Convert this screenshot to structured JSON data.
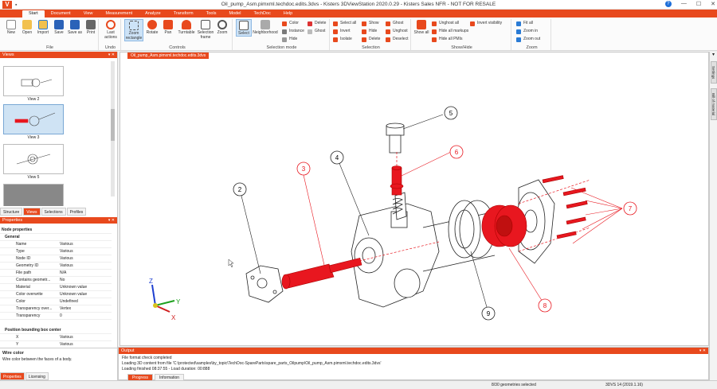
{
  "window": {
    "title": "Oil_pump_Asm.pimxml.techdoc.edits.3dvs - Kisters 3DViewStation 2020.0.29 - Kisters Sales NFR - NOT FOR RESALE",
    "logo_text": "V",
    "min": "—",
    "max": "☐",
    "close": "✕",
    "help": "?"
  },
  "tabs": [
    "Start",
    "Document",
    "View",
    "Measurement",
    "Analyze",
    "Transform",
    "Tools",
    "Model",
    "TechDoc",
    "Help"
  ],
  "ribbon": {
    "file": {
      "label": "File",
      "new": "New",
      "open": "Open",
      "import": "Import",
      "save": "Save",
      "save_as": "Save as",
      "print": "Print"
    },
    "undo": {
      "label": "Undo",
      "last_actions": "Last actions"
    },
    "controls": {
      "label": "Controls",
      "zoom_rect": "Zoom rectangle",
      "rotate": "Rotate",
      "pan": "Pan",
      "turntable": "Turntable",
      "selection_frame": "Selection frame",
      "zoom": "Zoom"
    },
    "selection_mode": {
      "label": "Selection mode",
      "select": "Select",
      "neighborhood": "Neighborhood",
      "color": "Color",
      "instance": "Instance",
      "hide": "Hide",
      "delete": "Delete",
      "ghost": "Ghost"
    },
    "selection": {
      "label": "Selection",
      "select_all": "Select all",
      "invert": "Invert",
      "isolate": "Isolate",
      "show": "Show",
      "hide": "Hide",
      "delete": "Delete",
      "ghost": "Ghost",
      "unghost": "Unghost",
      "deselect": "Deselect"
    },
    "showhide": {
      "label": "Show/Hide",
      "show_all": "Show all",
      "unghost_all": "Unghost all",
      "hide_all_markups": "Hide all markups",
      "hide_all_pmis": "Hide all PMIs",
      "invert_visibility": "Invert visibility"
    },
    "zoom": {
      "label": "Zoom",
      "fit_all": "Fit all",
      "zoom_in": "Zoom in",
      "zoom_out": "Zoom out"
    }
  },
  "views_panel": {
    "title": "Views",
    "items": [
      "View 2",
      "View 3",
      "View 5"
    ],
    "tabs": [
      "Structure",
      "Views",
      "Selections",
      "Profiles"
    ]
  },
  "properties_panel": {
    "title": "Properties",
    "sections": {
      "node": "Node properties",
      "general": "General",
      "bbox": "Position bounding box center"
    },
    "rows": [
      {
        "k": "Name",
        "v": "Various"
      },
      {
        "k": "Type",
        "v": "Various"
      },
      {
        "k": "Node ID",
        "v": "Various"
      },
      {
        "k": "Geometry ID",
        "v": "Various"
      },
      {
        "k": "File path",
        "v": "N/A"
      },
      {
        "k": "Contains geometr...",
        "v": "No"
      },
      {
        "k": "Material",
        "v": "Unknown value"
      },
      {
        "k": "Color overwrite",
        "v": "Unknown value"
      },
      {
        "k": "Color",
        "v": "Undefined"
      },
      {
        "k": "Transparency over...",
        "v": "Vertex"
      },
      {
        "k": "Transparency",
        "v": "0"
      }
    ],
    "bbox_rows": [
      {
        "k": "X",
        "v": "Various"
      },
      {
        "k": "Y",
        "v": "Various"
      }
    ],
    "help_title": "Wire color",
    "help_text": "Wire color between the faces of a body.",
    "tabs": [
      "Properties",
      "Licensing"
    ]
  },
  "document_tab": "Oil_pump_Asm.pimxml.techdoc.edits.3dvs",
  "side_tabs": [
    "Settings",
    "Bill of material"
  ],
  "balloons": [
    "2",
    "3",
    "4",
    "5",
    "6",
    "7",
    "8",
    "9"
  ],
  "axis": {
    "x": "X",
    "y": "Y",
    "z": "Z"
  },
  "output": {
    "title": "Output",
    "lines": [
      "File format check completed",
      "Loading 3D content from file 'C:\\protected\\samples\\by_topic\\TechDoc-SpareParts\\spare_parts_Oilpump\\Oil_pump_Asm.pimxml.techdoc.edits.3dvs'",
      "Loading finished 08:37:55 - Load duration: 00:888"
    ],
    "tabs": [
      "Progress",
      "Information"
    ]
  },
  "status": {
    "selected": "8/30 geometries selected",
    "version": "3DVS 14 (2019.1.16)"
  },
  "colors": {
    "accent": "#e8491d",
    "selected_part": "#e8171f",
    "balloon_red": "#e8171f"
  }
}
